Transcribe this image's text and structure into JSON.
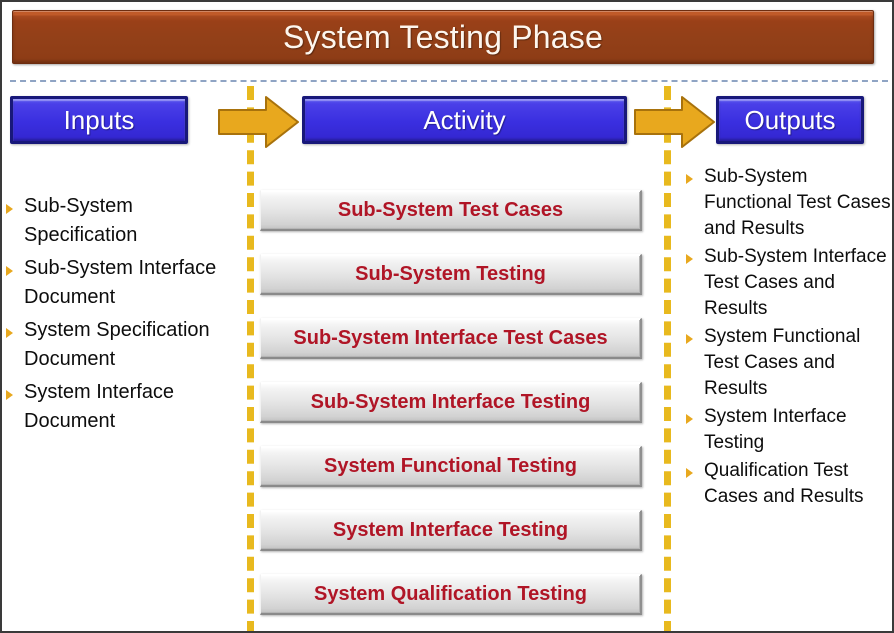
{
  "title": {
    "text": "System Testing Phase"
  },
  "columns": {
    "inputs": {
      "header": "Inputs",
      "items": [
        "Sub-System Specification",
        "Sub-System Interface Document",
        "System Specification Document",
        "System Interface Document"
      ]
    },
    "activity": {
      "header": "Activity",
      "items": [
        "Sub-System Test Cases",
        "Sub-System Testing",
        "Sub-System Interface Test Cases",
        "Sub-System Interface Testing",
        "System Functional Testing",
        "System Interface Testing",
        "System Qualification Testing"
      ]
    },
    "outputs": {
      "header": "Outputs",
      "items": [
        "Sub-System Functional Test Cases and Results",
        "Sub-System Interface Test Cases and Results",
        "System Functional Test Cases and Results",
        "System Interface Testing",
        "Qualification Test Cases and Results"
      ]
    }
  },
  "flow": {
    "arrow_inputs_to_activity": "arrow-right-icon",
    "arrow_activity_to_outputs": "arrow-right-icon"
  },
  "colors": {
    "title_banner": "#9a4018",
    "header_box": "#3a2fe0",
    "arrow": "#e8a81e",
    "activity_text": "#b01526",
    "divider_dashed": "#e8b91e",
    "bullet_marker": "#e8a81e"
  }
}
